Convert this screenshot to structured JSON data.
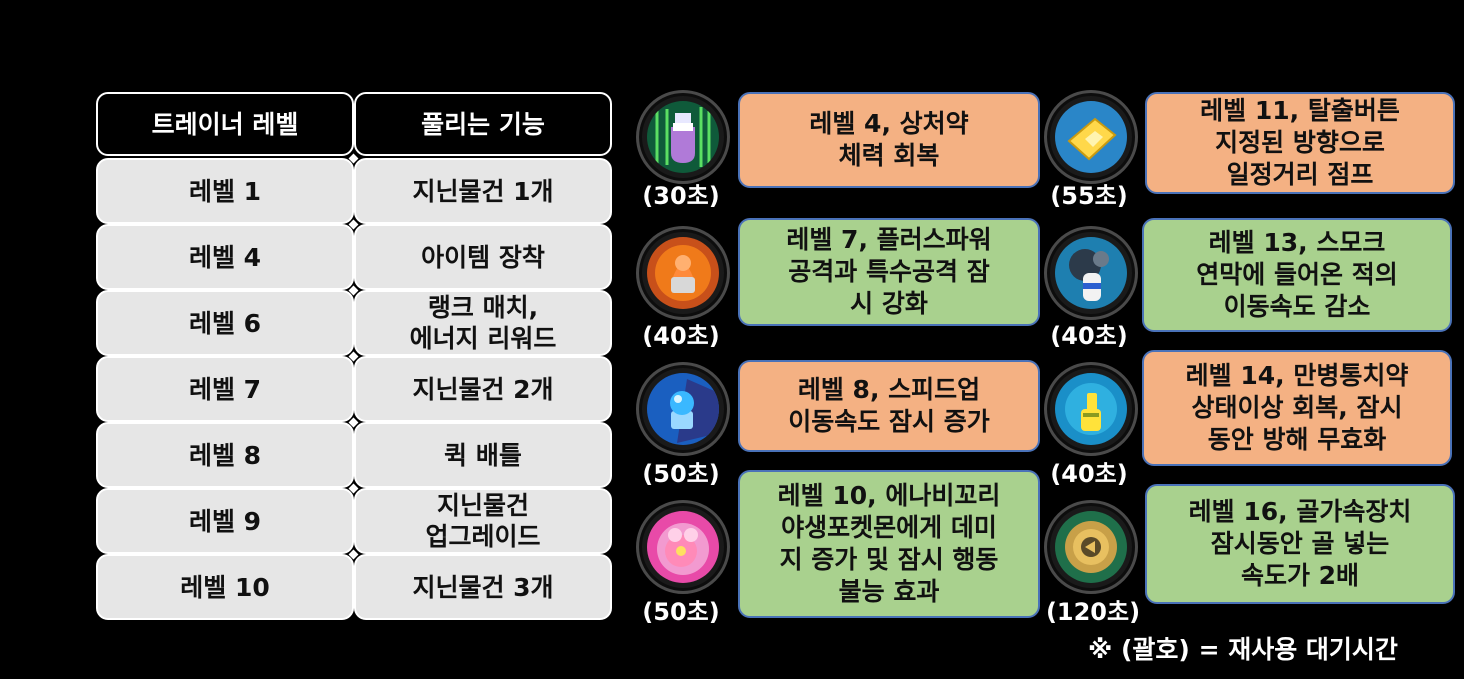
{
  "table": {
    "header_level": "트레이너 레벨",
    "header_feature": "풀리는 기능",
    "rows": [
      {
        "level": "레벨 1",
        "feature_lines": [
          "지닌물건 1개"
        ]
      },
      {
        "level": "레벨 4",
        "feature_lines": [
          "아이템 장착"
        ]
      },
      {
        "level": "레벨 6",
        "feature_lines": [
          "랭크 매치,",
          "에너지 리워드"
        ]
      },
      {
        "level": "레벨 7",
        "feature_lines": [
          "지닌물건 2개"
        ]
      },
      {
        "level": "레벨 8",
        "feature_lines": [
          "퀵 배틀"
        ]
      },
      {
        "level": "레벨 9",
        "feature_lines": [
          "지닌물건",
          "업그레이드"
        ]
      },
      {
        "level": "레벨 10",
        "feature_lines": [
          "지닌물건 3개"
        ]
      }
    ]
  },
  "items": [
    {
      "icon": "potion-icon",
      "cooldown": "(30초)",
      "lines": [
        "레벨 4, 상처약",
        "체력 회복"
      ],
      "color": "#f4b183"
    },
    {
      "icon": "eject-button-icon",
      "cooldown": "(55초)",
      "lines": [
        "레벨 11, 탈출버튼",
        "지정된 방향으로",
        "일정거리 점프"
      ],
      "color": "#f4b183"
    },
    {
      "icon": "x-attack-icon",
      "cooldown": "(40초)",
      "lines": [
        "레벨 7, 플러스파워",
        "공격과 특수공격 잠",
        "시 강화"
      ],
      "color": "#a9d18e"
    },
    {
      "icon": "smoke-icon",
      "cooldown": "(40초)",
      "lines": [
        "레벨 13, 스모크",
        "연막에 들어온 적의",
        "이동속도 감소"
      ],
      "color": "#a9d18e"
    },
    {
      "icon": "x-speed-icon",
      "cooldown": "(50초)",
      "lines": [
        "레벨 8, 스피드업",
        "이동속도 잠시 증가"
      ],
      "color": "#f4b183"
    },
    {
      "icon": "full-heal-icon",
      "cooldown": "(40초)",
      "lines": [
        "레벨 14, 만병통치약",
        "상태이상 회복, 잠시",
        "동안 방해 무효화"
      ],
      "color": "#f4b183"
    },
    {
      "icon": "slowpoke-tail-icon",
      "cooldown": "(50초)",
      "lines": [
        "레벨 10, 에나비꼬리",
        "야생포켓몬에게 데미",
        "지 증가 및 잠시 행동",
        "불능 효과"
      ],
      "color": "#a9d18e"
    },
    {
      "icon": "goal-getter-icon",
      "cooldown": "(120초)",
      "lines": [
        "레벨 16, 골가속장치",
        "잠시동안 골 넣는",
        "속도가 2배"
      ],
      "color": "#a9d18e"
    }
  ],
  "note": "※ (괄호) = 재사용 대기시간"
}
